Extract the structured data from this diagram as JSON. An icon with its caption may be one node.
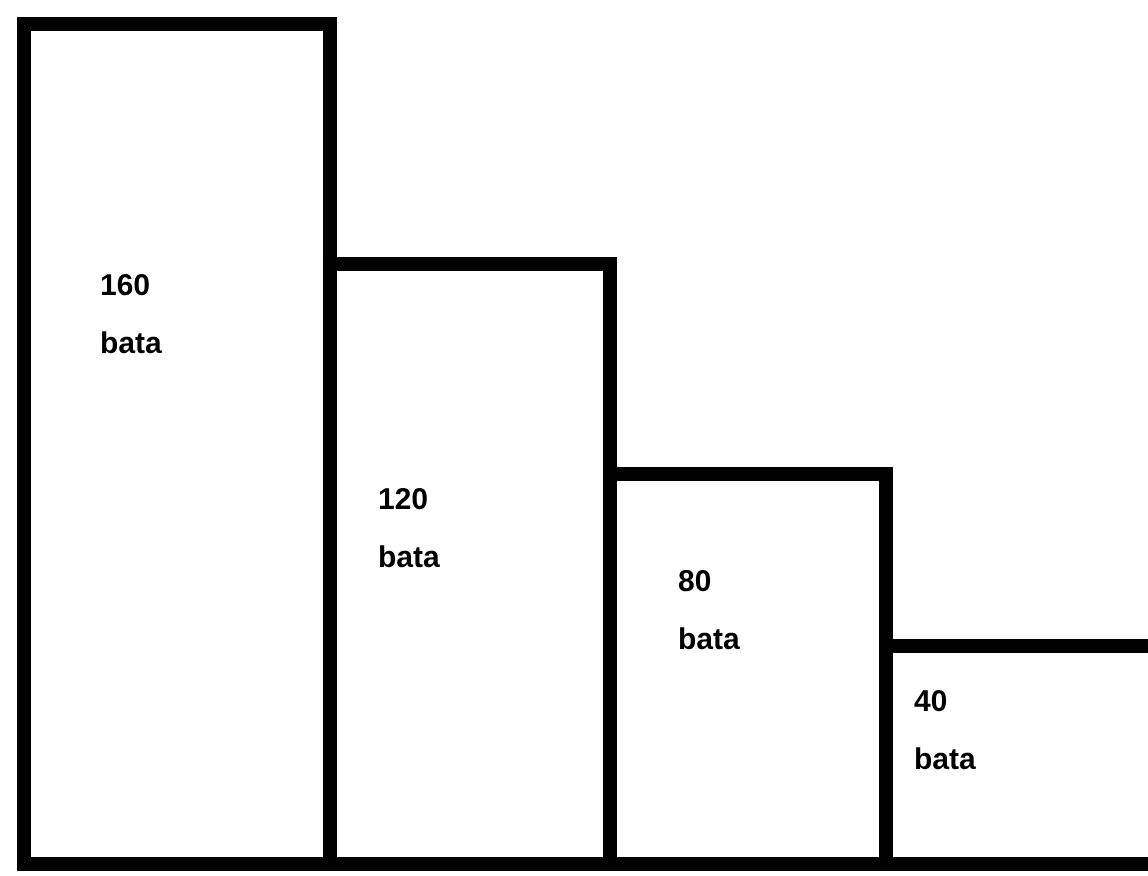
{
  "diagram": {
    "nodes": [
      {
        "text": [
          "160 bata"
        ]
      },
      {
        "text": [
          "120 bata"
        ]
      },
      {
        "text": [
          "80 bata"
        ]
      },
      {
        "text": [
          "40 bata"
        ]
      }
    ]
  }
}
